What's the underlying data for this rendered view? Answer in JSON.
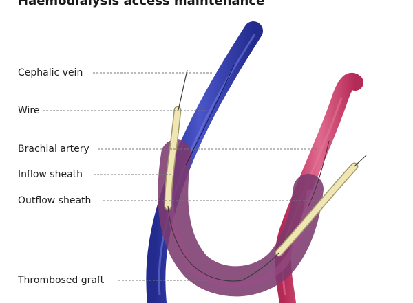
{
  "title": "Haemodialysis access maintenance",
  "labels": {
    "cephalic_vein": "Cephalic vein",
    "wire": "Wire",
    "brachial_artery": "Brachial artery",
    "inflow_sheath": "Inflow sheath",
    "outflow_sheath": "Outflow sheath",
    "thrombosed_graft": "Thrombosed graft"
  },
  "colors": {
    "vein": "#2e38a8",
    "vein_highlight": "#5a64d2",
    "artery": "#cd3c66",
    "artery_highlight": "#e8789a",
    "graft": "#7c3a6e",
    "sheath": "#efe6b4",
    "leader_line": "#777777"
  }
}
